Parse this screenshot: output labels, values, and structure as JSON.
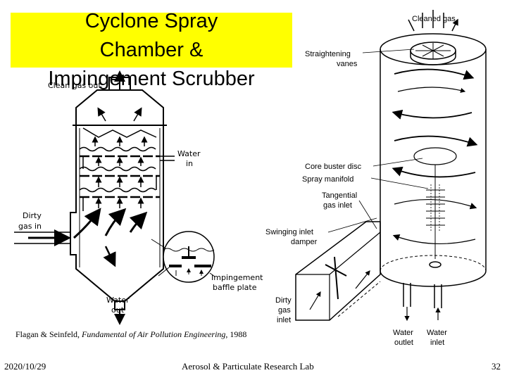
{
  "title": {
    "line1": "Cyclone Spray",
    "line2": "Chamber &",
    "line3": "Impingement Scrubber"
  },
  "left_diagram": {
    "clean_gas_out": "Clean gas out",
    "water_in_1": "Water",
    "water_in_2": "in",
    "dirty_gas_in_1": "Dirty",
    "dirty_gas_in_2": "gas in",
    "impingement_1": "Impingement",
    "impingement_2": "baffle plate",
    "water_out_1": "Water",
    "water_out_2": "out"
  },
  "right_diagram": {
    "cleaned_gas": "Cleaned gas",
    "straightening_1": "Straightening",
    "straightening_2": "vanes",
    "core_buster": "Core buster disc",
    "spray_manifold": "Spray manifold",
    "tangential_1": "Tangential",
    "tangential_2": "gas inlet",
    "swinging_1": "Swinging inlet",
    "swinging_2": "damper",
    "dirty_gas_1": "Dirty",
    "dirty_gas_2": "gas",
    "dirty_gas_3": "inlet",
    "water_outlet_1": "Water",
    "water_outlet_2": "outlet",
    "water_inlet_1": "Water",
    "water_inlet_2": "inlet"
  },
  "caption": {
    "authors": "Flagan & Seinfeld, ",
    "book": "Fundamental of Air Pollution Engineering",
    "year": ", 1988"
  },
  "footer": {
    "date": "2020/10/29",
    "center": "Aerosol & Particulate Research Lab",
    "page": "32"
  }
}
